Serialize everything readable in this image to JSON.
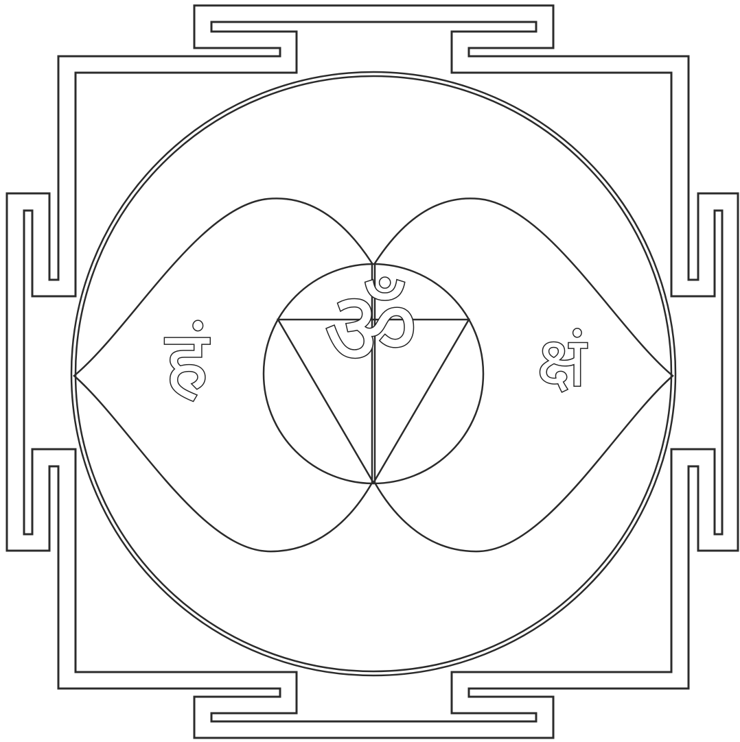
{
  "diagram": {
    "center_syllable": "ॐ",
    "left_syllable": "हं",
    "right_syllable": "क्षं"
  }
}
